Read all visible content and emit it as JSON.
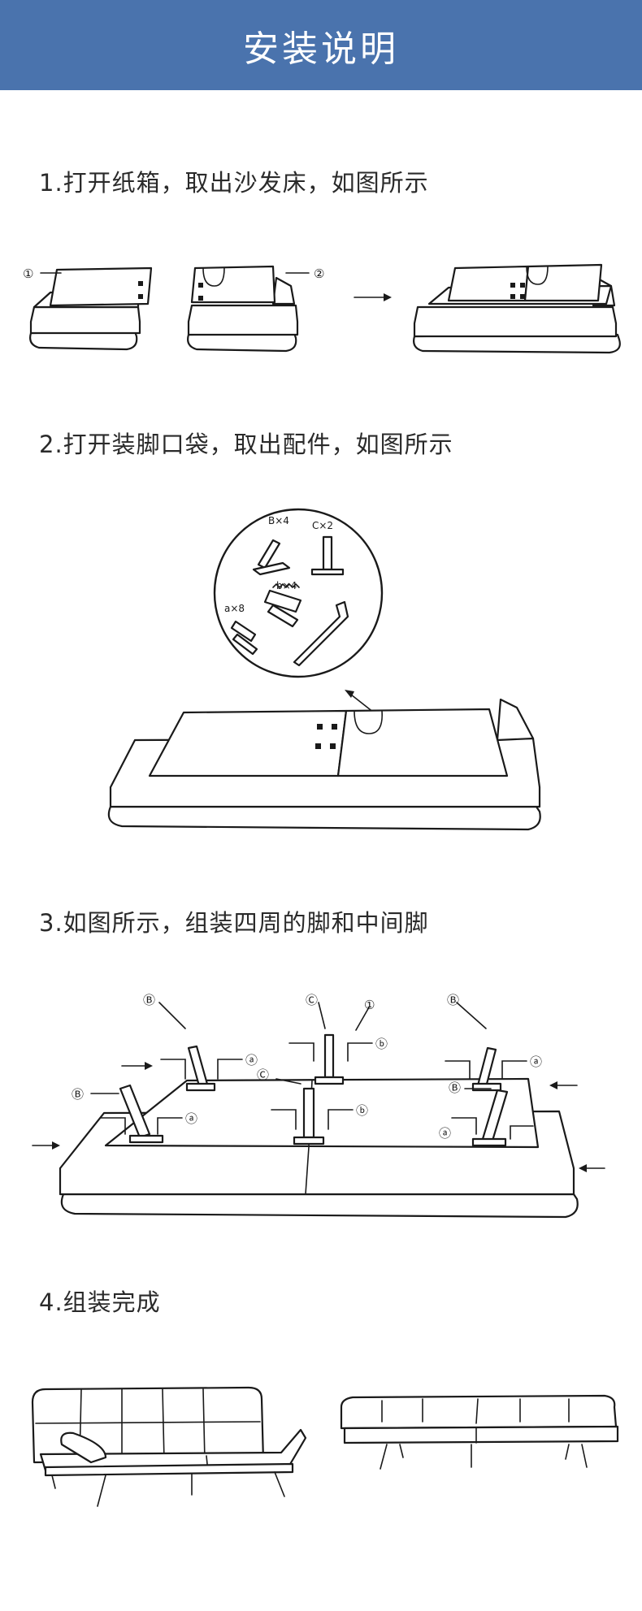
{
  "header": {
    "title": "安装说明"
  },
  "steps": [
    {
      "title": "1.打开纸箱，取出沙发床，如图所示"
    },
    {
      "title": "2.打开装脚口袋，取出配件，如图所示"
    },
    {
      "title": "3.如图所示，组装四周的脚和中间脚"
    },
    {
      "title": "4.组装完成"
    }
  ],
  "step1": {
    "callouts": [
      "①",
      "②"
    ]
  },
  "step2": {
    "parts": [
      "B×4",
      "C×2",
      "b×4",
      "a×8"
    ]
  },
  "step3": {
    "callouts": [
      "Ⓑ",
      "Ⓒ",
      "①",
      "Ⓑ",
      "ⓐ",
      "ⓑ",
      "ⓐ",
      "Ⓑ",
      "Ⓒ",
      "ⓐ",
      "ⓑ",
      "Ⓑ",
      "ⓐ"
    ]
  }
}
